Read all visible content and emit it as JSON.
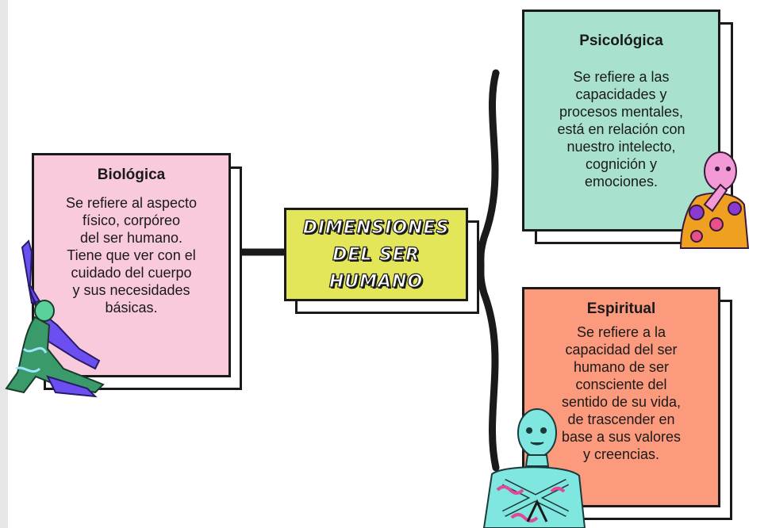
{
  "center": {
    "title_lines": [
      "DIMENSIONES",
      "DEL SER",
      "HUMANO"
    ],
    "color": "#e4e65a"
  },
  "biologica": {
    "title": "Biológica",
    "lines": [
      "Se refiere al aspecto",
      "físico, corpóreo",
      "del ser humano.",
      "Tiene que ver con el",
      "cuidado del cuerpo",
      "y sus necesidades",
      "básicas."
    ],
    "color": "#f9c9dc"
  },
  "psicologica": {
    "title": "Psicológica",
    "lines": [
      "Se refiere a las",
      "capacidades y",
      "procesos mentales,",
      "está en relación con",
      "nuestro intelecto,",
      "cognición y",
      "emociones."
    ],
    "color": "#a8e2cf"
  },
  "espiritual": {
    "title": "Espiritual",
    "lines": [
      "Se refiere a la",
      "capacidad del ser",
      "humano de ser",
      "consciente del",
      "sentido de su vida,",
      "de trascender en",
      "base a sus valores",
      "y creencias."
    ],
    "color": "#fb9a7c"
  },
  "icons": [
    "dancing-figure-illustration",
    "thinking-figure-illustration",
    "meditating-figure-illustration"
  ]
}
